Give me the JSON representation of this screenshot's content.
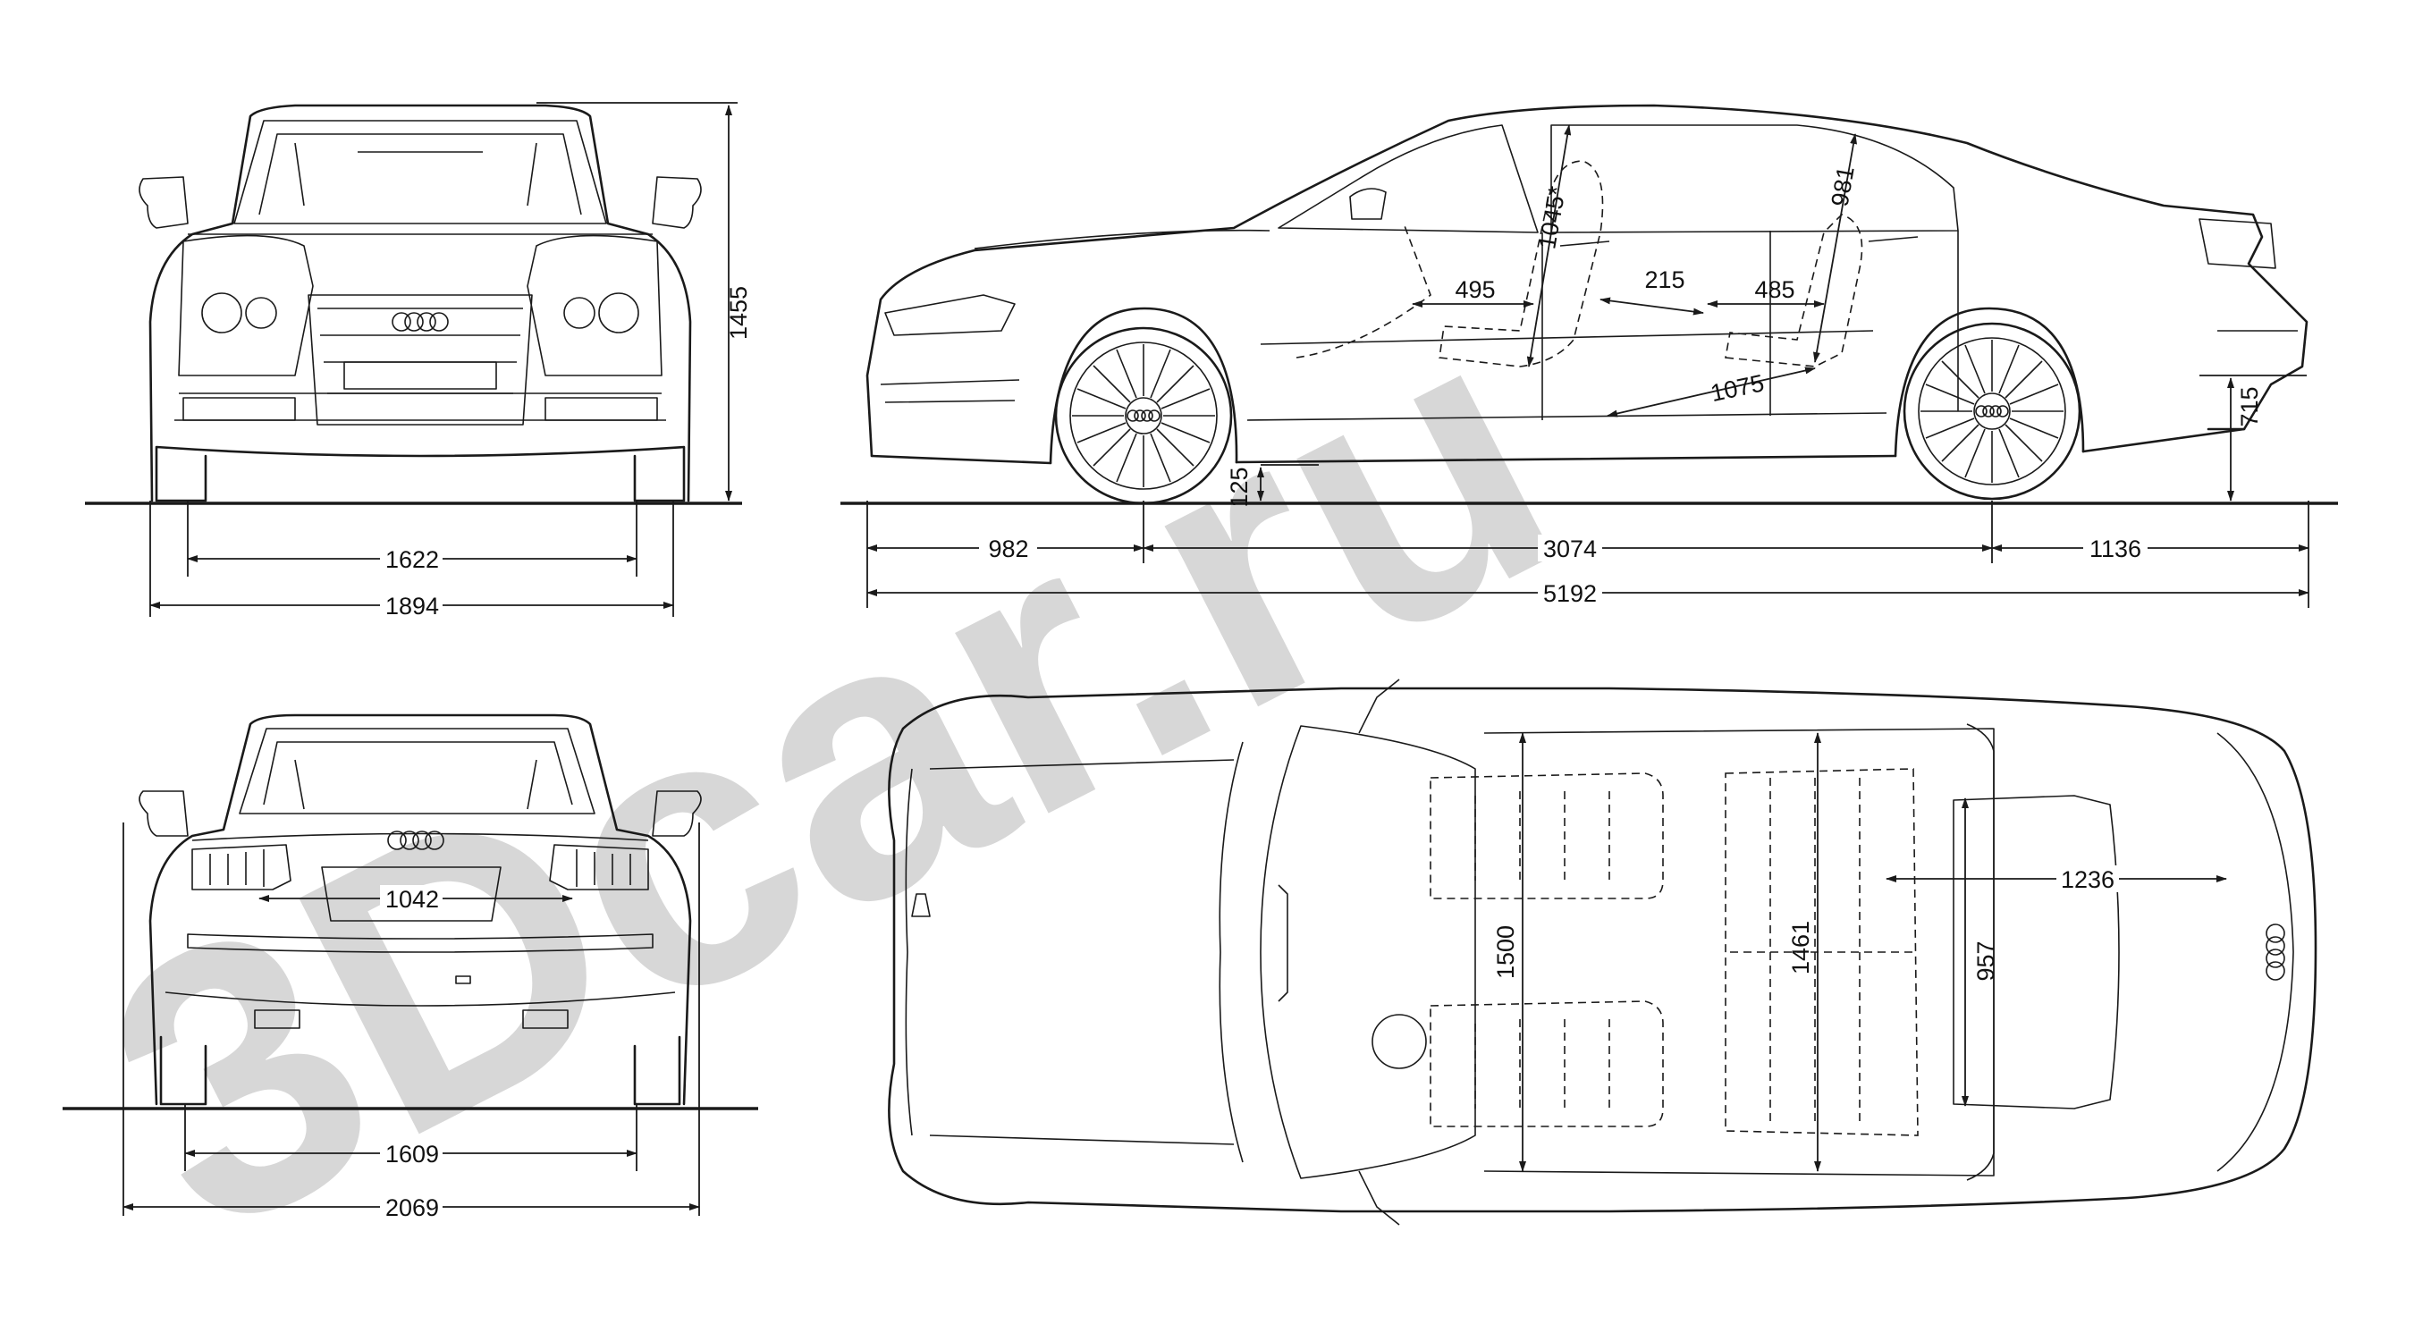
{
  "watermark": "3Dcar.ru",
  "views": {
    "front": {
      "height": "1455",
      "track": "1622",
      "width": "1894"
    },
    "side": {
      "front_overhang": "982",
      "wheelbase": "3074",
      "rear_overhang": "1136",
      "length": "5192",
      "ground_clearance": "125",
      "rear_bumper_height": "715",
      "front_headroom": "1045*",
      "rear_headroom": "981",
      "front_seat_depth": "495",
      "seat_gap": "215",
      "rear_seat_depth": "485",
      "legroom": "1075"
    },
    "rear": {
      "trunk_opening": "1042",
      "track": "1609",
      "width_mirrors": "2069"
    },
    "top": {
      "front_interior_width": "1500",
      "rear_interior_width": "1461",
      "trunk_width": "957",
      "trunk_length": "1236"
    }
  }
}
